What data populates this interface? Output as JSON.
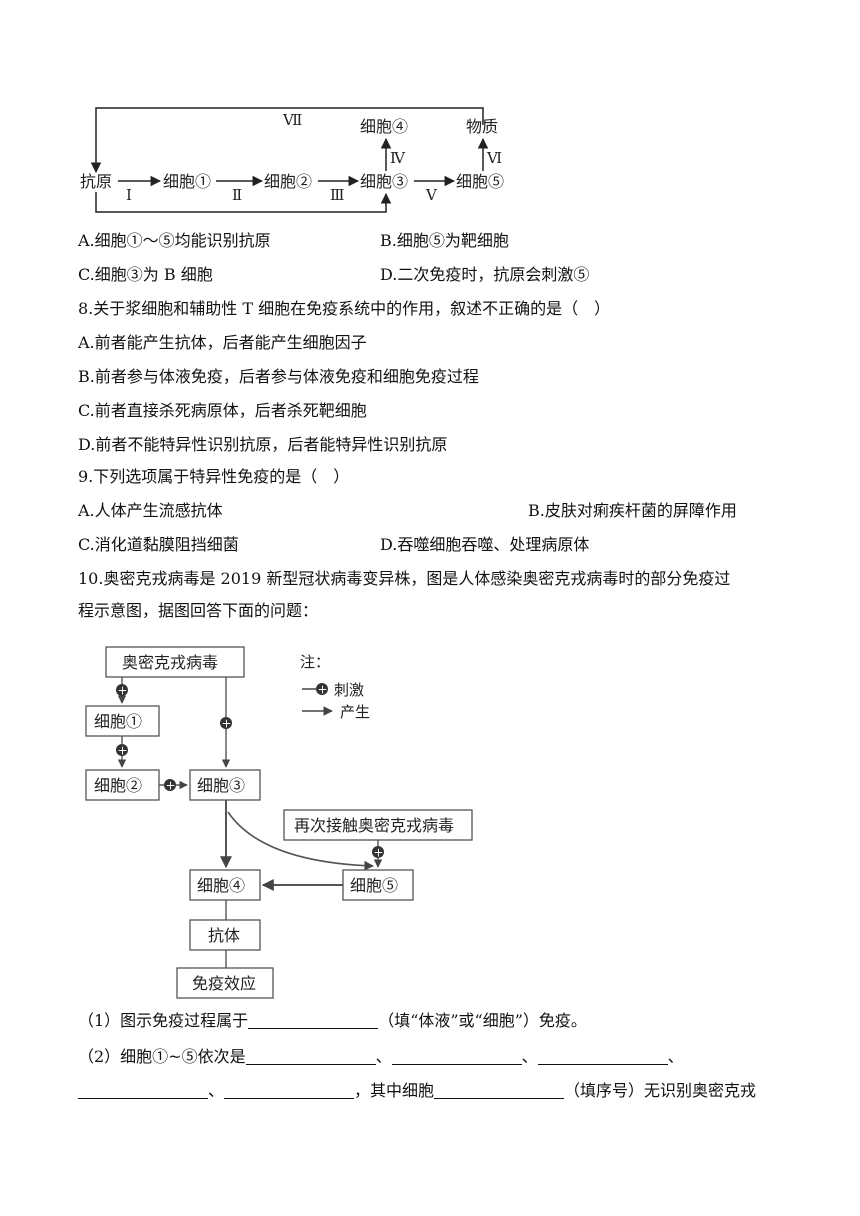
{
  "diagram1": {
    "antigen": "抗原",
    "cell1": "细胞①",
    "cell2": "细胞②",
    "cell3": "细胞③",
    "cell4": "细胞④",
    "cell5": "细胞⑤",
    "substance": "物质",
    "r1": "Ⅰ",
    "r2": "Ⅱ",
    "r3": "Ⅲ",
    "r4": "Ⅳ",
    "r5": "Ⅴ",
    "r6": "Ⅵ",
    "r7": "Ⅶ"
  },
  "q7": {
    "optA": "A.细胞①～⑤均能识别抗原",
    "optB": "B.细胞⑤为靶细胞",
    "optC": "C.细胞③为 B 细胞",
    "optD": "D.二次免疫时，抗原会刺激⑤"
  },
  "q8": {
    "stem": "8.关于浆细胞和辅助性 T 细胞在免疫系统中的作用，叙述不正确的是（　）",
    "optA": "A.前者能产生抗体，后者能产生细胞因子",
    "optB": "B.前者参与体液免疫，后者参与体液免疫和细胞免疫过程",
    "optC": "C.前者直接杀死病原体，后者杀死靶细胞",
    "optD": "D.前者不能特异性识别抗原，后者能特异性识别抗原"
  },
  "q9": {
    "stem": "9.下列选项属于特异性免疫的是（　）",
    "optA": "A.人体产生流感抗体",
    "optB": "B.皮肤对痢疾杆菌的屏障作用",
    "optC": "C.消化道黏膜阻挡细菌",
    "optD": "D.吞噬细胞吞噬、处理病原体"
  },
  "q10": {
    "stem_line1": "10.奥密克戎病毒是 2019 新型冠状病毒变异株，图是人体感染奥密克戎病毒时的部分免疫过",
    "stem_line2": "程示意图，据图回答下面的问题："
  },
  "diagram2": {
    "virus": "奥密克戎病毒",
    "cell1": "细胞①",
    "cell2": "细胞②",
    "cell3": "细胞③",
    "cell4": "细胞④",
    "cell5": "细胞⑤",
    "antibody": "抗体",
    "effect": "免疫效应",
    "recontact": "再次接触奥密克戎病毒",
    "legend_title": "注：",
    "legend_stimulate": "刺激",
    "legend_produce": "产生"
  },
  "sub1": {
    "prefix": "（1）图示免疫过程属于",
    "suffix": "（填“体液”或“细胞”）免疫。"
  },
  "sub2": {
    "prefix": "（2）细胞①~⑤依次是",
    "sep": "、",
    "mid": "，其中细胞",
    "suffix": "（填序号）无识别奥密克戎"
  }
}
